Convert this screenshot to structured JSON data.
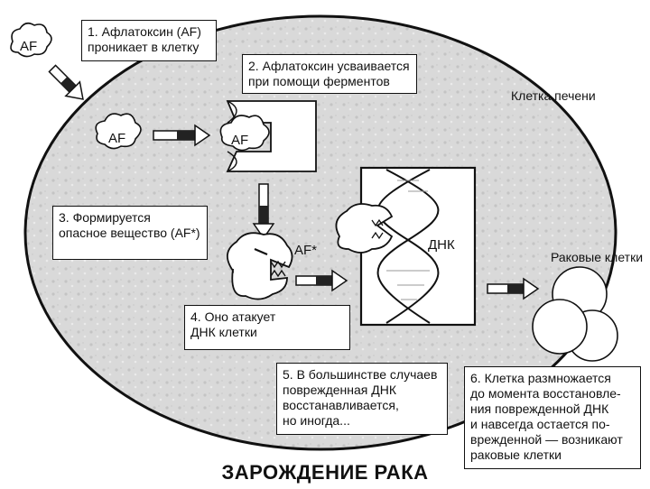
{
  "title": "ЗАРОЖДЕНИЕ РАКА",
  "labels": {
    "af_outside": "AF",
    "af_inside": "AF",
    "af_enzyme": "AF",
    "af_star": "AF*",
    "dna": "ДНК",
    "liver_cell": "Клетка печени",
    "cancer_cells": "Раковые клетки"
  },
  "steps": [
    "1. Афлатоксин (AF)\nпроникает в клетку",
    "2. Афлатоксин усваивается\nпри помощи ферментов",
    "3. Формируется\nопасное вещество (AF*)",
    "4. Оно атакует\nДНК клетки",
    "5. В большинстве случаев\nповрежденная ДНК\nвосстанавливается,\nно иногда...",
    "6. Клетка размножается\nдо момента восстановле-\nния поврежденной ДНК\nи навсегда остается по-\nврежденной — возникают\nраковые клетки"
  ],
  "colors": {
    "cell_fill": "#dcdcdc",
    "stroke": "#111111",
    "arrow_dark": "#222222"
  }
}
